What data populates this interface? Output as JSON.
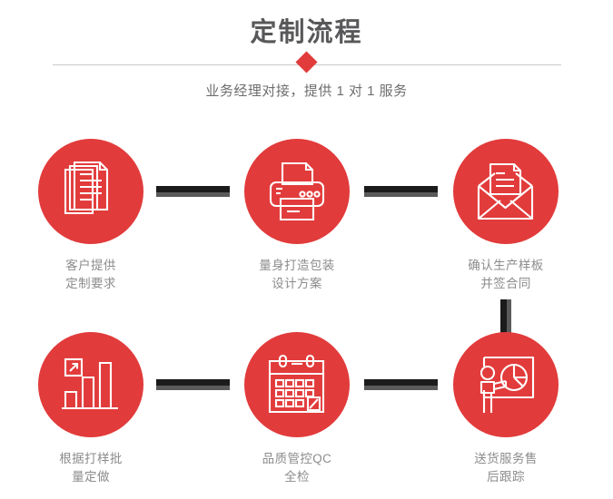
{
  "header": {
    "title": "定制流程",
    "subtitle": "业务经理对接，提供 1 对 1 服务",
    "divider_icon": "diamond-marker",
    "accent_color": "#e23b3b",
    "title_color": "#58585a",
    "divider_color": "#c9c9c9"
  },
  "flow": {
    "connector_color_top": "#1b1b1b",
    "connector_color_bottom": "#5a5a5a",
    "steps": [
      {
        "index": 1,
        "icon": "documents-stack-icon",
        "label": "客户提供\n定制要求"
      },
      {
        "index": 2,
        "icon": "printer-icon",
        "label": "量身打造包装\n设计方案"
      },
      {
        "index": 3,
        "icon": "envelope-document-icon",
        "label": "确认生产样板\n并签合同"
      },
      {
        "index": 4,
        "icon": "bar-chart-growth-icon",
        "label": "根据打样批\n量定做"
      },
      {
        "index": 5,
        "icon": "calendar-check-icon",
        "label": "品质管控QC\n全检"
      },
      {
        "index": 6,
        "icon": "presenter-pie-chart-icon",
        "label": "送货服务售\n后跟踪"
      }
    ]
  }
}
